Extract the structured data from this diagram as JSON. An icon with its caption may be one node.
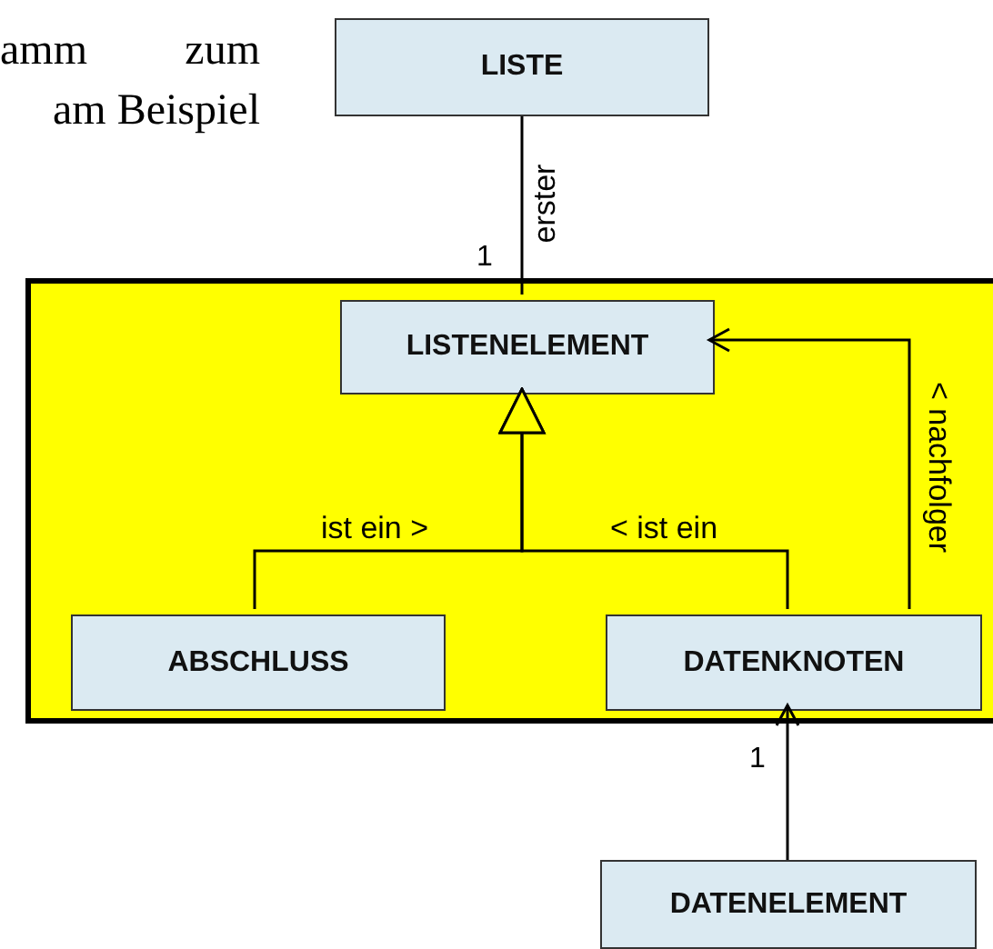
{
  "diagram": {
    "nodes": [
      {
        "text": [
          "LISTE"
        ]
      },
      {
        "text": [],
        "shape": "box"
      },
      {
        "text": [
          "LISTENELEMENT"
        ],
        "in": 1
      },
      {
        "text": [
          "ABSCHLUSS"
        ],
        "in": 1
      },
      {
        "text": [
          "DATENKNOTEN"
        ],
        "in": 1
      },
      {
        "text": [
          "DATENELEMENT"
        ]
      }
    ],
    "edges": [
      {
        "from": 0,
        "to": 2,
        "arrow": "none",
        "label": "erster"
      },
      {
        "from": 3,
        "to": 2,
        "arrow": "to",
        "label": "ist ein >"
      },
      {
        "from": 4,
        "to": 2,
        "arrow": "to",
        "label": "< ist ein"
      },
      {
        "from": 4,
        "to": 2,
        "arrow": "to",
        "label": "< nachfolger"
      },
      {
        "from": 5,
        "to": 4,
        "arrow": "to"
      }
    ],
    "labels": [
      "amm zum",
      "am Beispiel",
      "1",
      "1"
    ]
  }
}
